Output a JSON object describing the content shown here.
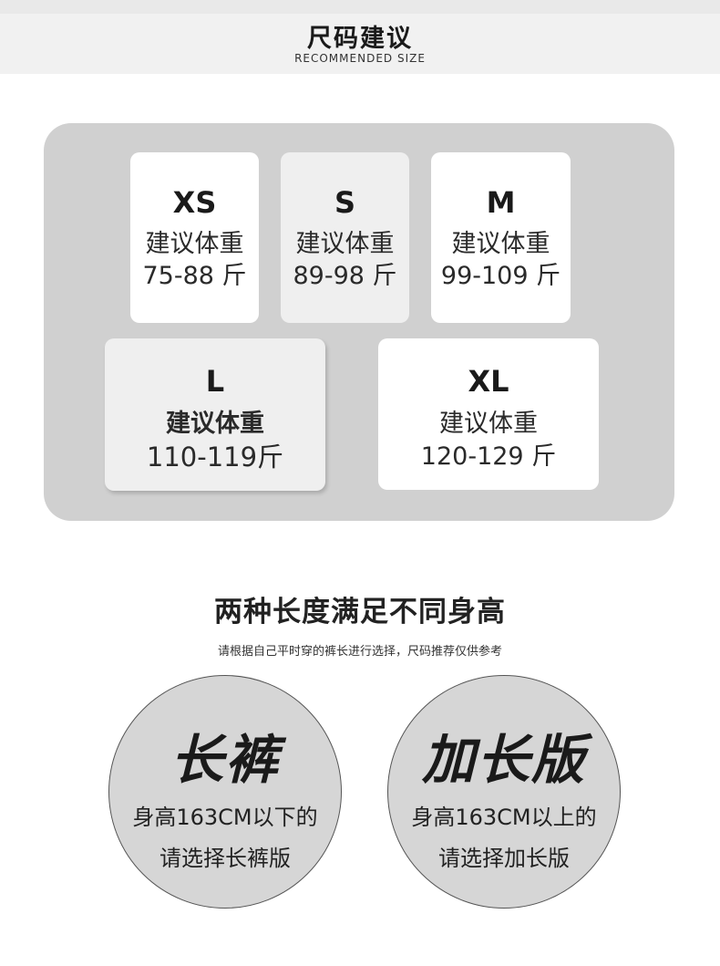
{
  "header": {
    "title": "尺码建议",
    "subtitle": "RECOMMENDED SIZE"
  },
  "sizes": [
    {
      "size": "XS",
      "label": "建议体重",
      "range": "75-88 斤"
    },
    {
      "size": "S",
      "label": "建议体重",
      "range": "89-98 斤"
    },
    {
      "size": "M",
      "label": "建议体重",
      "range": "99-109 斤"
    },
    {
      "size": "L",
      "label": "建议体重",
      "range": "110-119斤"
    },
    {
      "size": "XL",
      "label": "建议体重",
      "range": "120-129 斤"
    }
  ],
  "lengths": {
    "title": "两种长度满足不同身高",
    "subtitle": "请根据自己平时穿的裤长进行选择，尺码推荐仅供参考",
    "options": [
      {
        "name": "长裤",
        "line1": "身高163CM以下的",
        "line2": "请选择长裤版"
      },
      {
        "name": "加长版",
        "line1": "身高163CM以上的",
        "line2": "请选择加长版"
      }
    ]
  },
  "colors": {
    "header_bg": "#f1f1f1",
    "panel_bg": "#d0d0d0",
    "card_bg": "#ffffff",
    "card_highlight_bg": "#efefef",
    "circle_bg": "#d6d6d6"
  }
}
